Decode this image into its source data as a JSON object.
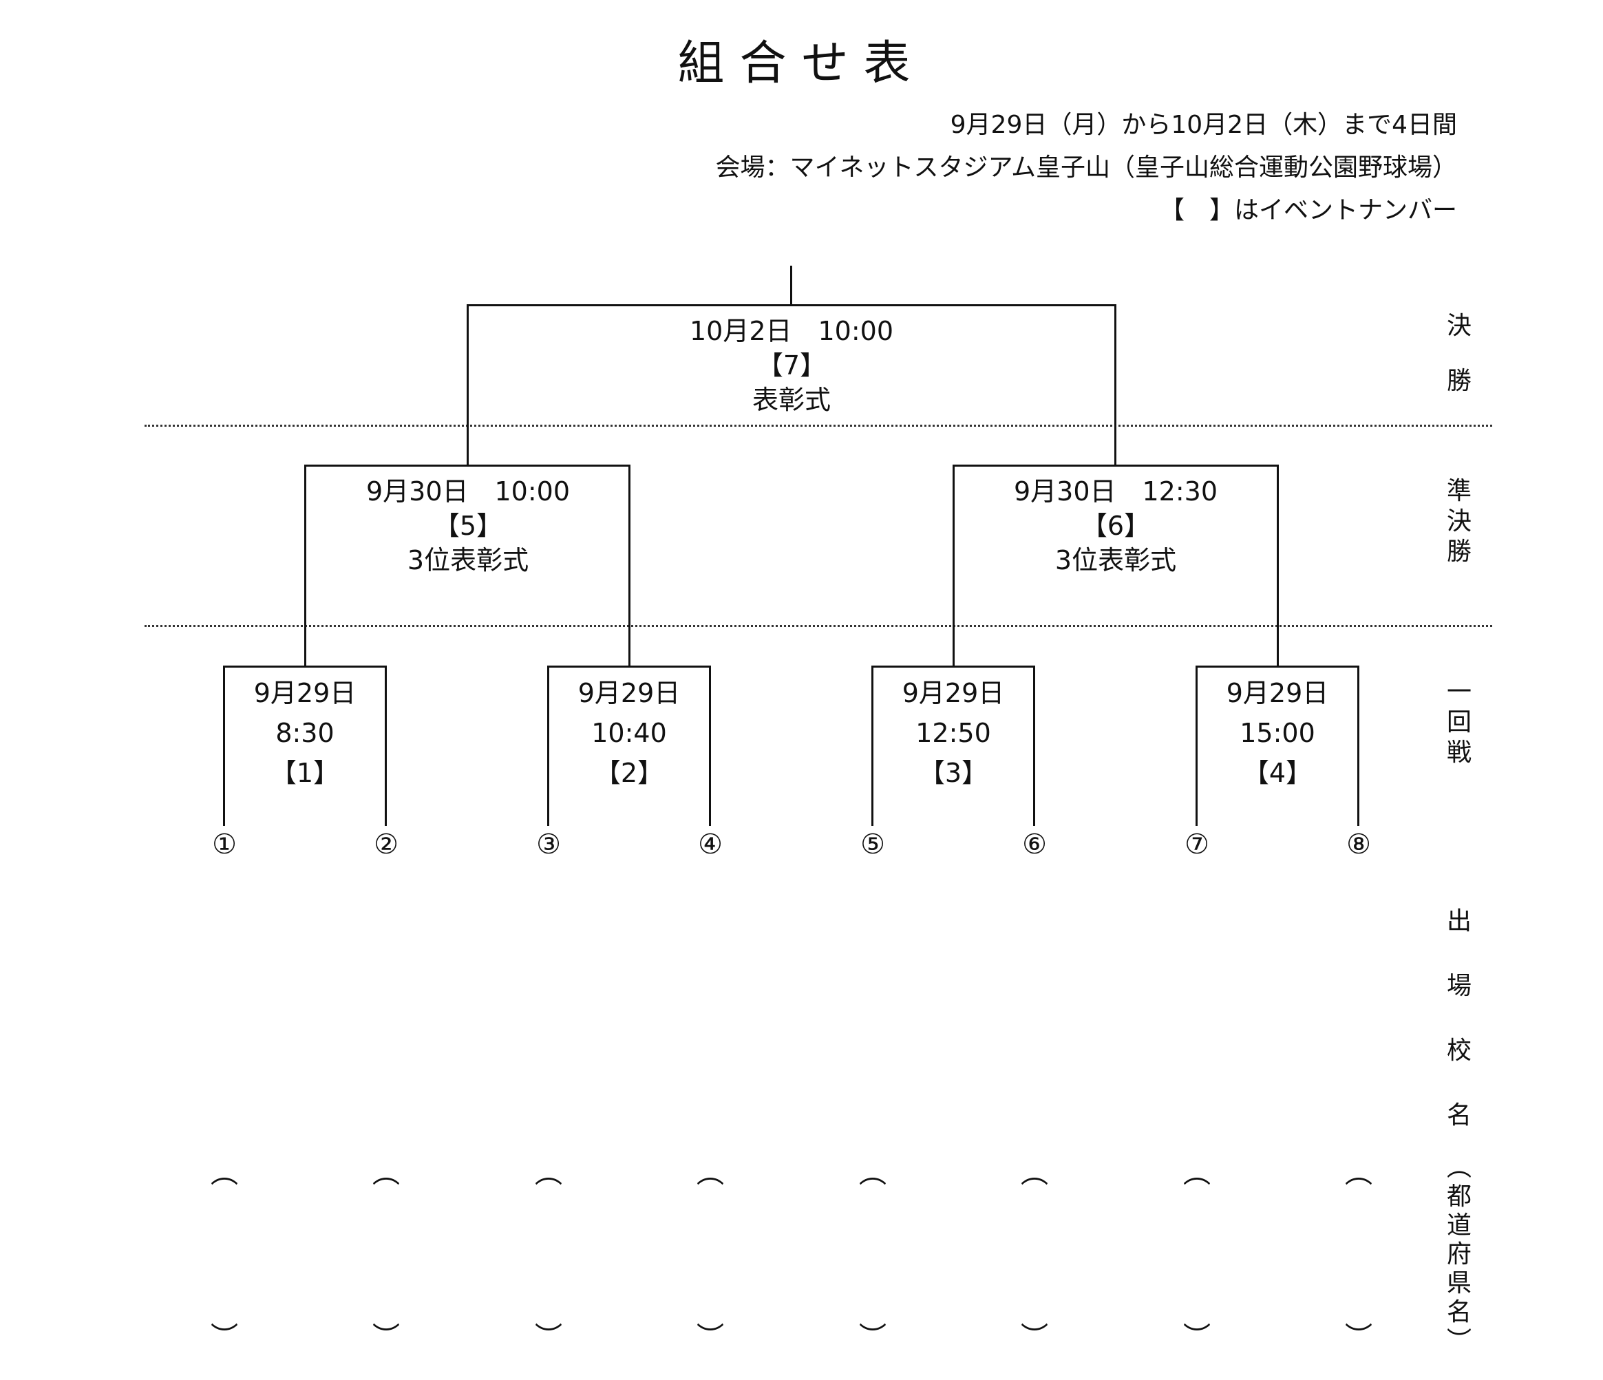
{
  "title": "組合せ表",
  "info": {
    "dates": "9月29日（月）から10月2日（木）まで4日間",
    "venue": "会場：マイネットスタジアム皇子山（皇子山総合運動公園野球場）",
    "note": "【　】はイベントナンバー"
  },
  "final": {
    "date": "10月2日　10:00",
    "event": "【7】",
    "ceremony": "表彰式"
  },
  "semifinals": [
    {
      "date": "9月30日　10:00",
      "event": "【5】",
      "ceremony": "3位表彰式"
    },
    {
      "date": "9月30日　12:30",
      "event": "【6】",
      "ceremony": "3位表彰式"
    }
  ],
  "round1": [
    {
      "date": "9月29日",
      "time": "8:30",
      "event": "【1】"
    },
    {
      "date": "9月29日",
      "time": "10:40",
      "event": "【2】"
    },
    {
      "date": "9月29日",
      "time": "12:50",
      "event": "【3】"
    },
    {
      "date": "9月29日",
      "time": "15:00",
      "event": "【4】"
    }
  ],
  "seeds": [
    "①",
    "②",
    "③",
    "④",
    "⑤",
    "⑥",
    "⑦",
    "⑧"
  ],
  "paren_open": "︵",
  "paren_close": "︶",
  "side_labels": {
    "final": [
      "決",
      "勝"
    ],
    "semi": [
      "準",
      "決",
      "勝"
    ],
    "round1": [
      "一",
      "回",
      "戦"
    ],
    "schools": [
      "出",
      "場",
      "校",
      "名"
    ],
    "prefecture": [
      "︵",
      "都",
      "道",
      "府",
      "県",
      "名",
      "︶"
    ]
  }
}
